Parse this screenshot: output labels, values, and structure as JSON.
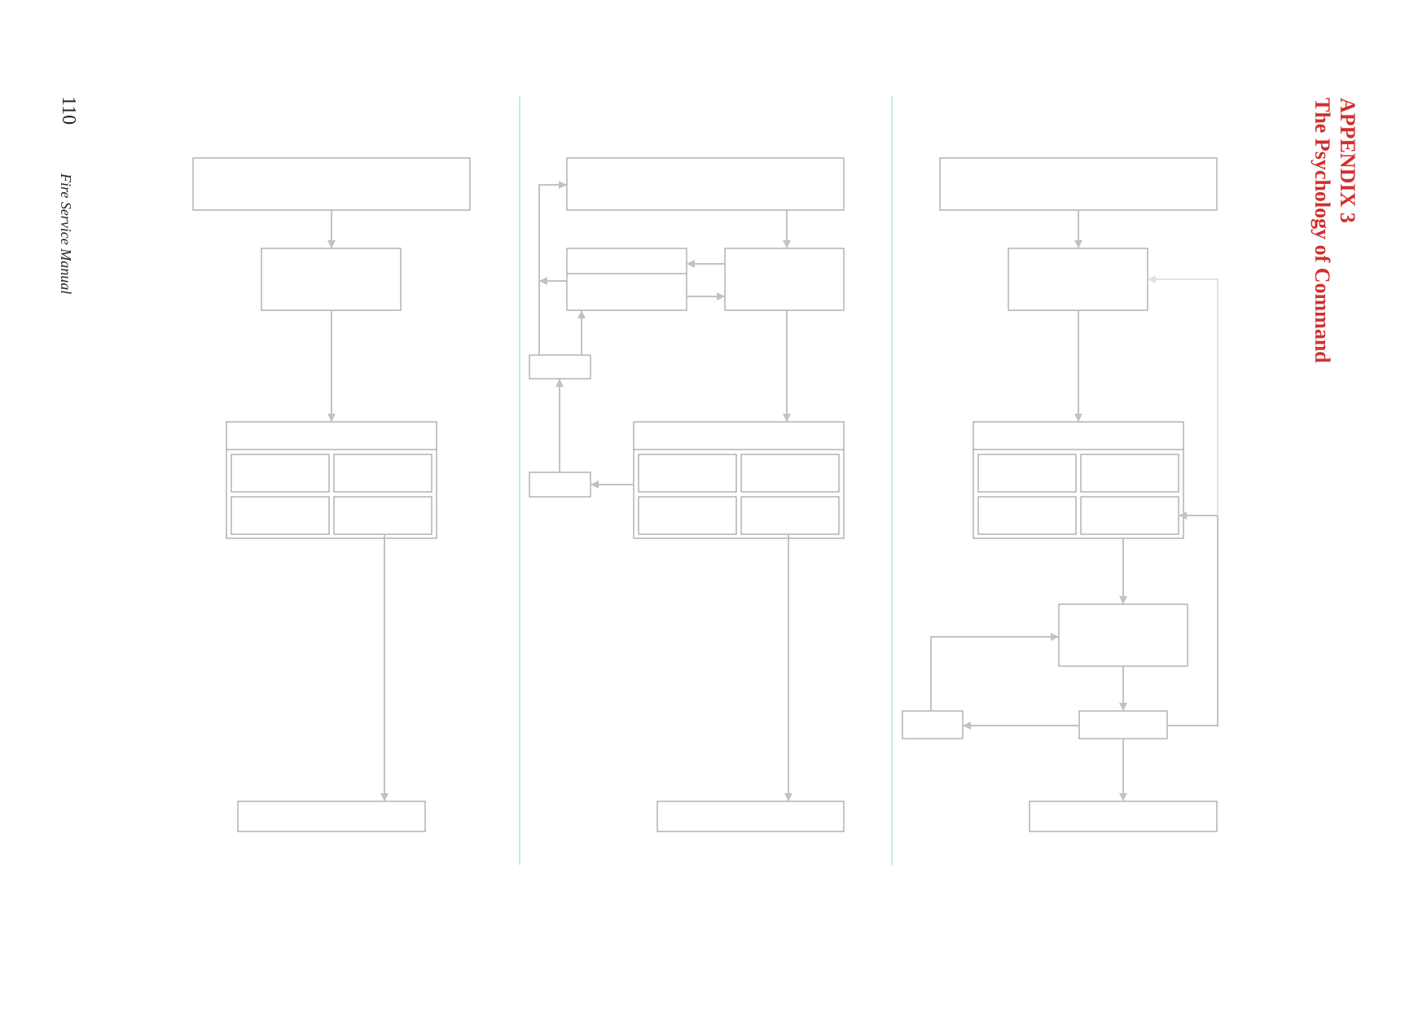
{
  "page": {
    "number": "110",
    "publication": "Fire Service Manual",
    "heading": {
      "line1": "APPENDIX 3",
      "line2": "The Psychology of Command"
    }
  },
  "colors": {
    "heading": "#d22f2f",
    "box_stroke": "#8c8c8c",
    "arrow": "#c2c2c2",
    "arrow_faint": "#e2e2e2",
    "divider": "#8fd3d6"
  },
  "diagrams": [
    {
      "name": "flowchart-left",
      "boxes": 9,
      "labels": []
    },
    {
      "name": "flowchart-middle",
      "boxes": 12,
      "labels": []
    },
    {
      "name": "flowchart-right",
      "boxes": 12,
      "labels": []
    }
  ]
}
